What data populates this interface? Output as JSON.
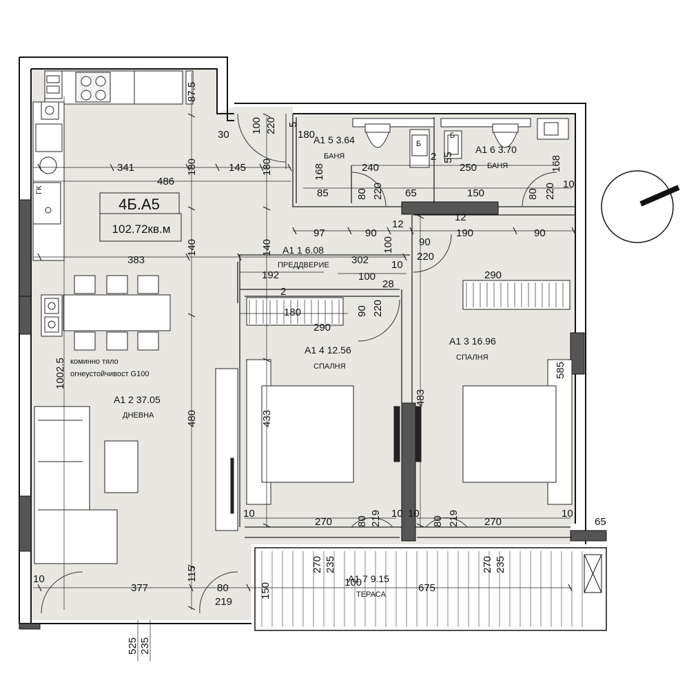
{
  "unit": {
    "code": "4Б.А5",
    "area": "102.72кв.м"
  },
  "rooms": {
    "entry": {
      "label": "А1 1   6.08",
      "name": "ПРЕДДВЕРИЕ"
    },
    "living": {
      "label": "А1 2 37.05",
      "name": "ДНЕВНА"
    },
    "bed3": {
      "label": "А1 3 16.96",
      "name": "СПАЛНЯ"
    },
    "bed4": {
      "label": "А1 4 12.56",
      "name": "СПАЛНЯ"
    },
    "bath5": {
      "label": "А1 5 3.64",
      "name": "БАНЯ"
    },
    "bath6": {
      "label": "А1 6 3.70",
      "name": "БАНЯ"
    },
    "terrace": {
      "label": "А1 7 9.15",
      "name": "ТЕРАСА"
    }
  },
  "notes": {
    "chimney_1": "коминно тяло",
    "chimney_2": "огнеустойчивост G100",
    "gk": "ГК",
    "b1": "Б",
    "b2": "Б"
  },
  "dims": {
    "d341": "341",
    "d145": "145",
    "d486": "486",
    "d383": "383",
    "d302": "302",
    "d192": "192",
    "d100a": "100",
    "d100b": "100",
    "d100c": "100",
    "d180a": "180",
    "d180b": "180",
    "d180c": "180",
    "d140a": "140",
    "d140b": "140",
    "d480": "480",
    "d1002": "1002.5",
    "d433": "433",
    "d483": "483",
    "d585": "585",
    "d377": "377",
    "d675": "675",
    "d115": "115",
    "d150": "150",
    "d80a": "80",
    "d219a": "219",
    "d10a": "10",
    "d525": "525",
    "d235a": "235",
    "d270a": "270",
    "d235b": "235",
    "d270b": "270",
    "d235c": "235",
    "d270c": "270",
    "d270d": "270",
    "d10b": "10",
    "d10c": "10",
    "d10d": "10",
    "d10e": "10",
    "d65a": "65",
    "d80b": "80",
    "d219b": "219",
    "d80c": "80",
    "d219c": "219",
    "d290a": "290",
    "d290b": "290",
    "d180d": "180",
    "d90a": "90",
    "d220a": "220",
    "d2": "2",
    "d28": "28",
    "d10f": "10",
    "d90b": "90",
    "d220b": "220",
    "d97": "97",
    "d90c": "90",
    "d12a": "12",
    "d12b": "12",
    "d190": "190",
    "d90d": "90",
    "d168a": "168",
    "d85": "85",
    "d80d": "80",
    "d220c": "220",
    "d65b": "65",
    "d240": "240",
    "d2b": "2",
    "d55": "55",
    "d250": "250",
    "d168b": "168",
    "d150b": "150",
    "d80e": "80",
    "d220d": "220",
    "d10g": "10",
    "d30": "30",
    "d100d": "100",
    "d220e": "220",
    "d5": "5",
    "d87": "87.5"
  },
  "colors": {
    "floor": "#e8e7e2",
    "wall": "#555555",
    "wall_outline": "#111111",
    "line": "#222222"
  },
  "compass": {
    "icon": "north-arrow-icon"
  }
}
